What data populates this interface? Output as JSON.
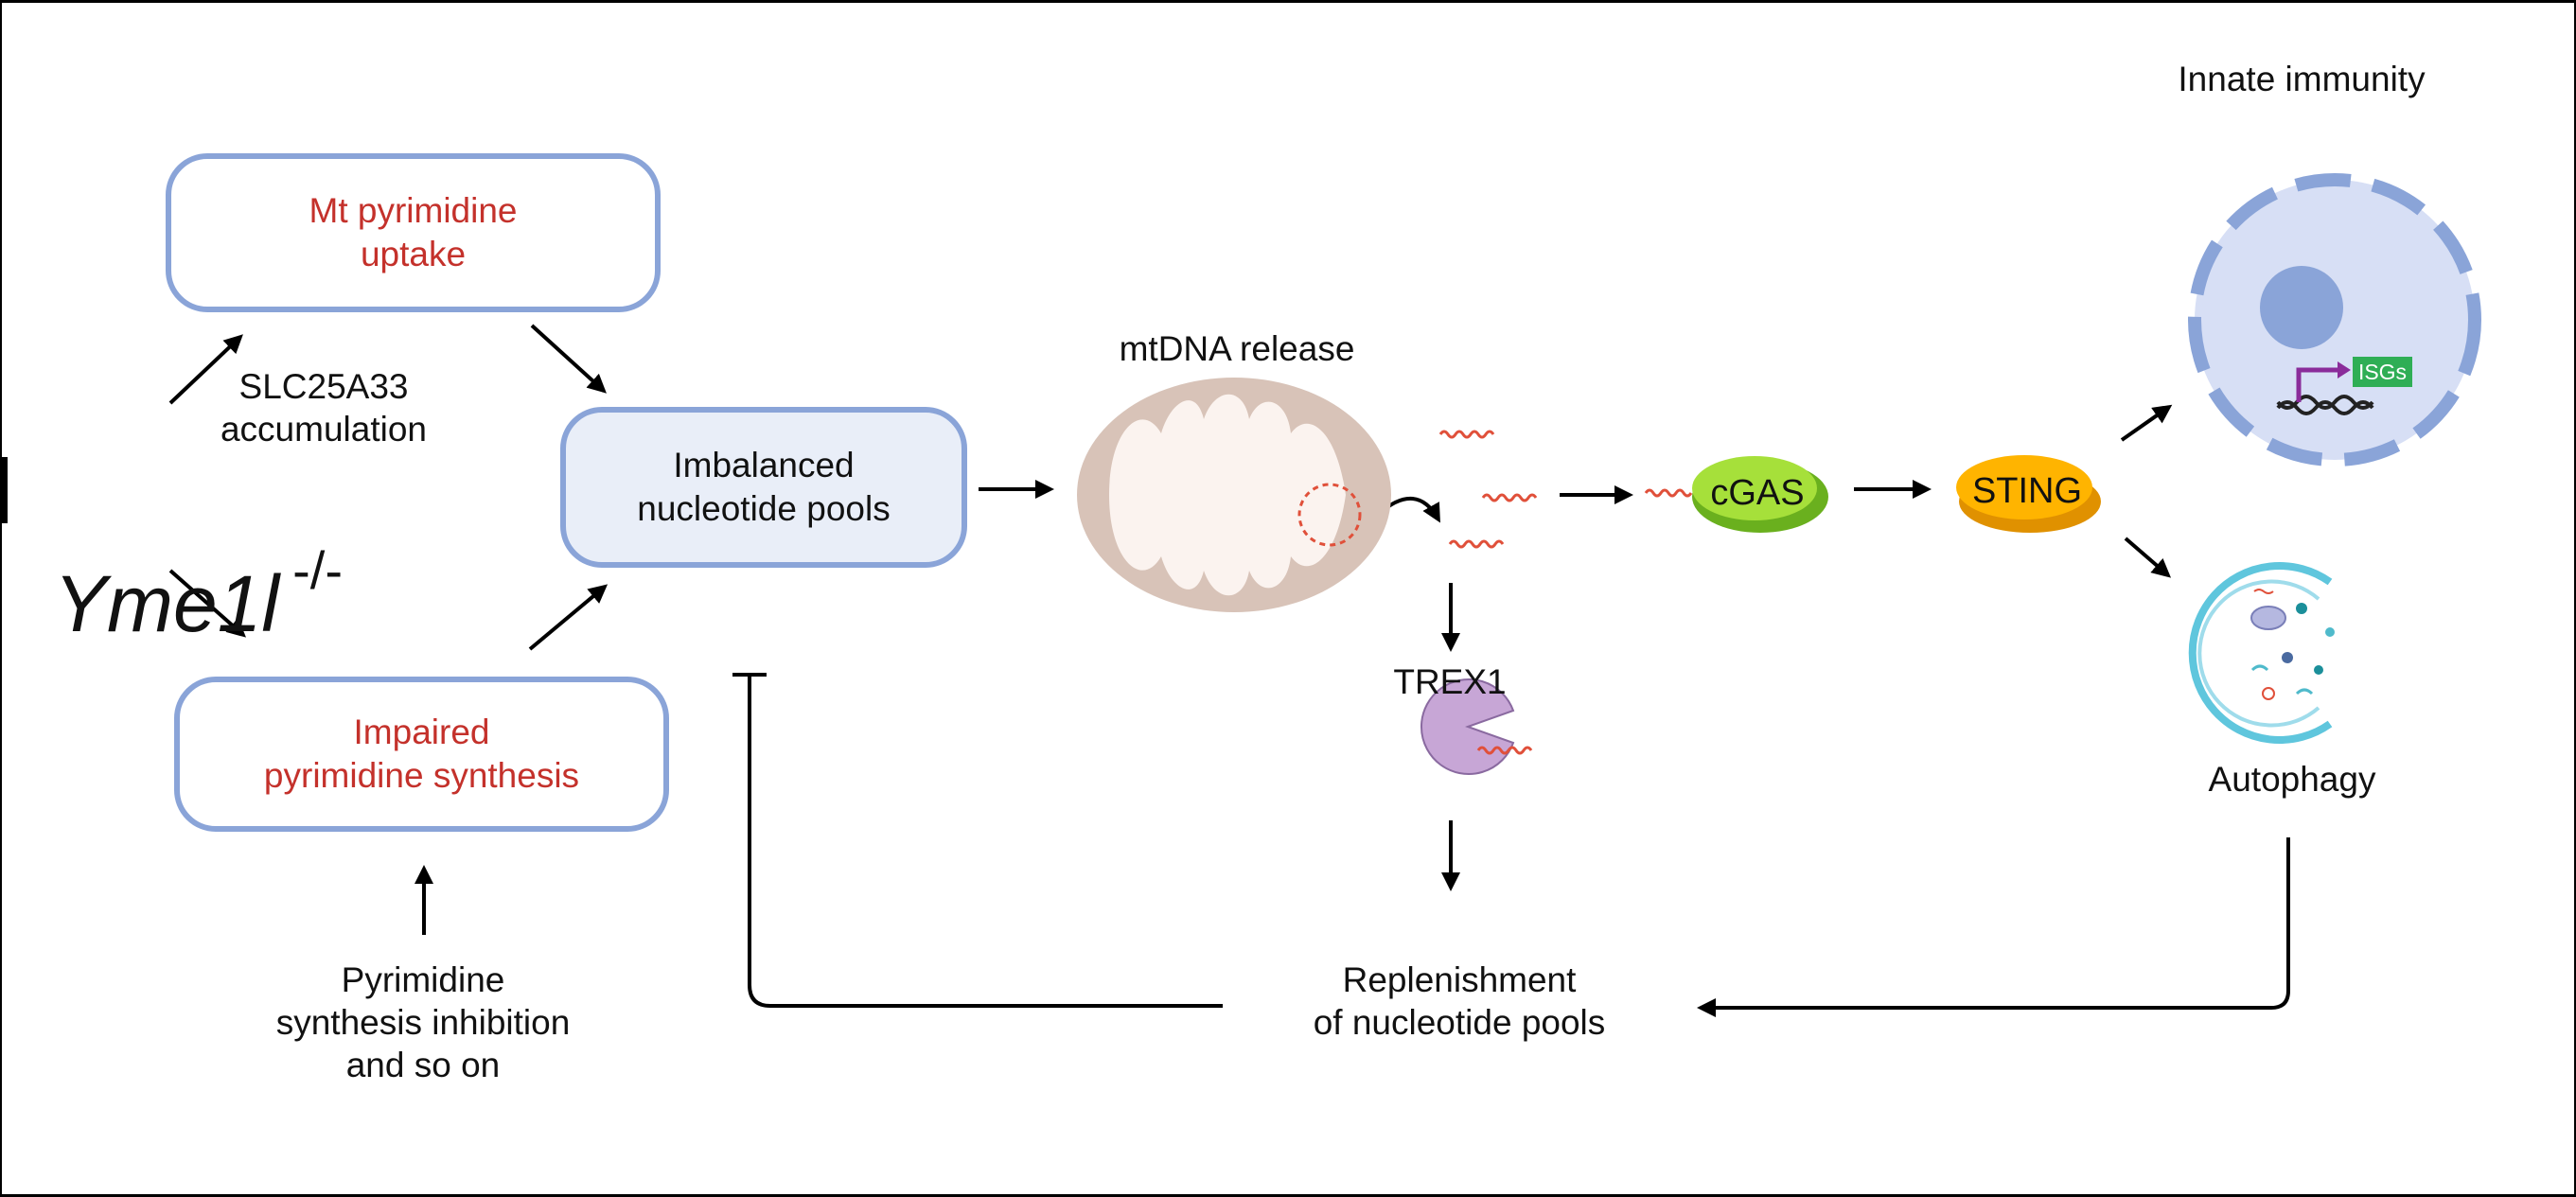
{
  "diagram": {
    "title": "Innate immunity",
    "genotype": {
      "name": "Yme1l",
      "superscript": "-/-"
    },
    "nodes": {
      "mt_uptake": "Mt pyrimidine\nuptake",
      "impaired_synthesis": "Impaired\npyrimidine synthesis",
      "imbalanced_pools": "Imbalanced\nnucleotide pools",
      "slc25a33": "SLC25A33\naccumulation",
      "inhibition": "Pyrimidine\nsynthesis inhibition\nand so on",
      "mtdna_release": "mtDNA release",
      "trex1": "TREX1",
      "cgas": "cGAS",
      "sting": "STING",
      "isgs": "ISGs",
      "autophagy": "Autophagy",
      "replenishment": "Replenishment\nof nucleotide pools"
    },
    "colors": {
      "box_border": "#8aa4d8",
      "box_fill_highlight": "#e9eef8",
      "red_text": "#c4312b",
      "mitochondrion": "#d8c3b8",
      "cgas": "#8fd12a",
      "sting": "#f2a900",
      "trex1": "#c7a6d6",
      "cell": "#d7dff5",
      "cell_border": "#8aa4d8",
      "dna": "#e0503a",
      "isg_box": "#2fae55"
    }
  }
}
